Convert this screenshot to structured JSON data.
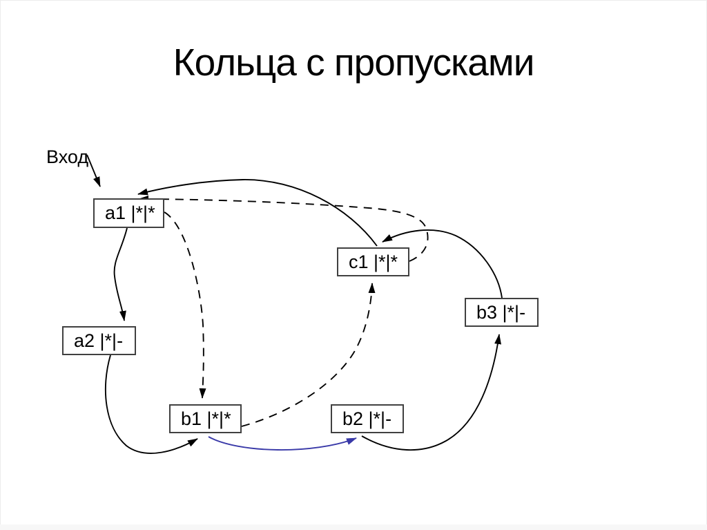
{
  "slide": {
    "title": "Кольца с пропусками",
    "entry_label": "Вход"
  },
  "colors": {
    "line": "#000000",
    "highlight": "#3939a8",
    "box_border": "#404040",
    "background": "#ffffff"
  },
  "nodes": [
    {
      "id": "a1",
      "label": "a1 |*|*"
    },
    {
      "id": "a2",
      "label": "a2 |*|-"
    },
    {
      "id": "c1",
      "label": "c1 |*|*"
    },
    {
      "id": "b3",
      "label": "b3 |*|-"
    },
    {
      "id": "b1",
      "label": "b1 |*|*"
    },
    {
      "id": "b2",
      "label": "b2 |*|-"
    }
  ],
  "edges": [
    {
      "id": "entry-a1",
      "from": "entry",
      "to": "a1",
      "style": "solid",
      "color": "#000000"
    },
    {
      "id": "a1-a2",
      "from": "a1",
      "to": "a2",
      "style": "solid",
      "color": "#000000"
    },
    {
      "id": "a2-b1",
      "from": "a2",
      "to": "b1",
      "style": "solid",
      "color": "#000000"
    },
    {
      "id": "b1-b2",
      "from": "b1",
      "to": "b2",
      "style": "solid",
      "color": "#3939a8"
    },
    {
      "id": "b2-b3",
      "from": "b2",
      "to": "b3",
      "style": "solid",
      "color": "#000000"
    },
    {
      "id": "b3-c1",
      "from": "b3",
      "to": "c1",
      "style": "solid",
      "color": "#000000"
    },
    {
      "id": "c1-a1",
      "from": "c1",
      "to": "a1",
      "style": "solid",
      "color": "#000000"
    },
    {
      "id": "a1-b1-skip",
      "from": "a1",
      "to": "b1",
      "style": "dashed",
      "color": "#000000"
    },
    {
      "id": "b1-c1-skip",
      "from": "b1",
      "to": "c1",
      "style": "dashed",
      "color": "#000000"
    },
    {
      "id": "c1-a1-skip",
      "from": "c1",
      "to": "a1",
      "style": "dashed",
      "color": "#000000"
    }
  ]
}
